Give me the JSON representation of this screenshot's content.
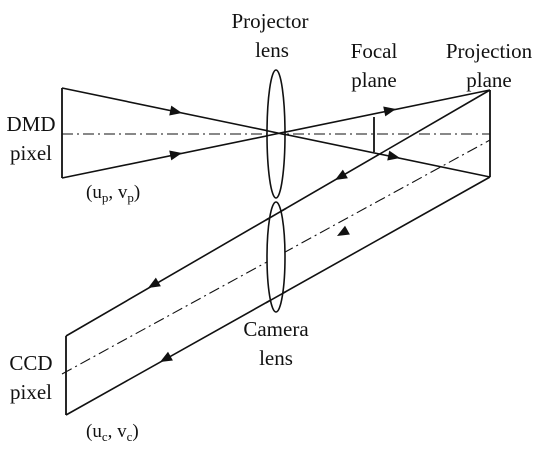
{
  "labels": {
    "projector_lens": [
      "Projector",
      "lens"
    ],
    "focal_plane": [
      "Focal",
      "plane"
    ],
    "projection_plane": [
      "Projection",
      "plane"
    ],
    "dmd_pixel": [
      "DMD",
      "pixel"
    ],
    "camera_lens": [
      "Camera",
      "lens"
    ],
    "ccd_pixel": [
      "CCD",
      "pixel"
    ]
  },
  "coords": {
    "projector": {
      "open": "(u",
      "u_sub": "p",
      "mid": ", v",
      "v_sub": "p",
      "close": ")"
    },
    "camera": {
      "open": "(u",
      "u_sub": "c",
      "mid": ", v",
      "v_sub": "c",
      "close": ")"
    }
  },
  "colors": {
    "ink": "#111111",
    "background": "#ffffff"
  }
}
